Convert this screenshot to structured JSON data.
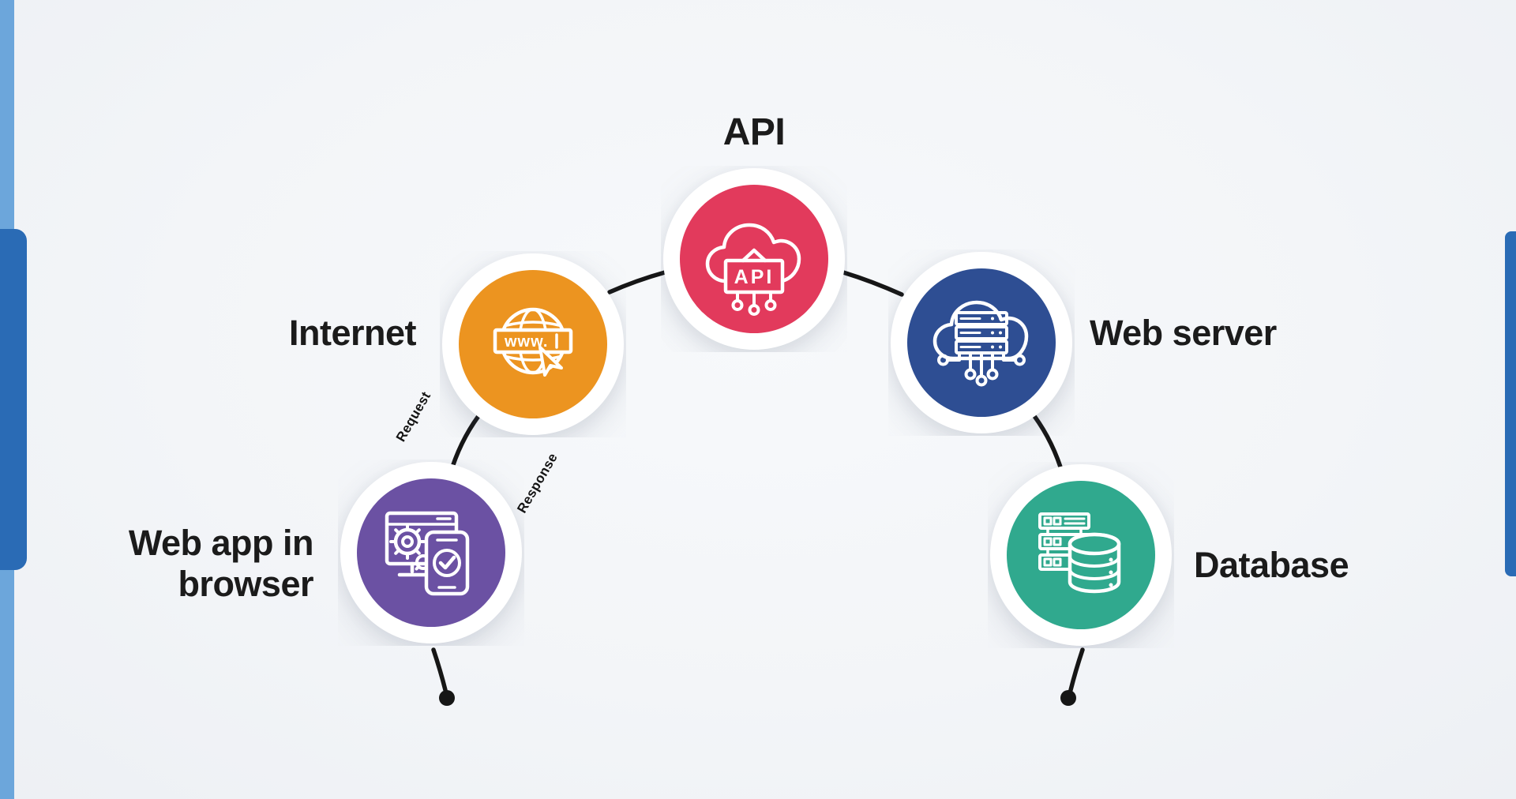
{
  "canvas": {
    "background": "#f3f5f8",
    "label_color": "#1b1b1b"
  },
  "edge_decor": {
    "left_strip_color": "#6CA6DB",
    "side_bar_color": "#2A6BB5"
  },
  "flow": {
    "request_label": "Request",
    "response_label": "Response",
    "connector_color": "#161616"
  },
  "nodes": [
    {
      "id": "web-app-browser",
      "label": "Web app in browser",
      "label_lines": [
        "Web app in",
        "browser"
      ],
      "icon": "monitor-gear-phone-check-icon",
      "color": "#6B51A3"
    },
    {
      "id": "internet",
      "label": "Internet",
      "icon": "globe-www-cursor-icon",
      "color": "#EC9420",
      "icon_text": "www."
    },
    {
      "id": "api",
      "label": "API",
      "icon": "api-cloud-circuit-icon",
      "color": "#E23A5C",
      "icon_text": "API"
    },
    {
      "id": "web-server",
      "label": "Web server",
      "icon": "cloud-server-circuit-icon",
      "color": "#2E4E93"
    },
    {
      "id": "database",
      "label": "Database",
      "icon": "server-rack-database-icon",
      "color": "#30A98E"
    }
  ]
}
